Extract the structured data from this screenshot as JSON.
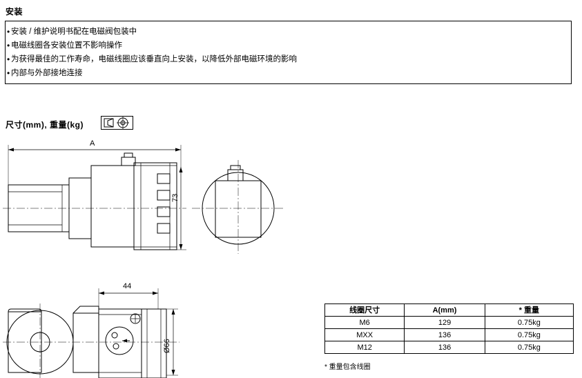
{
  "install": {
    "title": "安装",
    "items": [
      "安装 / 维护说明书配在电磁阀包装中",
      "电磁线圈各安装位置不影响操作",
      "为获得最佳的工作寿命，电磁线圈应该垂直向上安装，以降低外部电磁环境的影响",
      "内部与外部接地连接"
    ]
  },
  "dimensions": {
    "title": "尺寸(mm), 重量(kg)",
    "projection_icon": "first-angle-projection-icon",
    "labels": {
      "a_top": "A",
      "height73": "73",
      "width44": "44",
      "diameter66": "Ø66"
    },
    "table": {
      "headers": [
        "线圈尺寸",
        "A(mm)",
        "* 重量"
      ],
      "rows": [
        [
          "M6",
          "129",
          "0.75kg"
        ],
        [
          "MXX",
          "136",
          "0.75kg"
        ],
        [
          "M12",
          "136",
          "0.75kg"
        ]
      ],
      "note": "* 重量包含线圈"
    }
  }
}
